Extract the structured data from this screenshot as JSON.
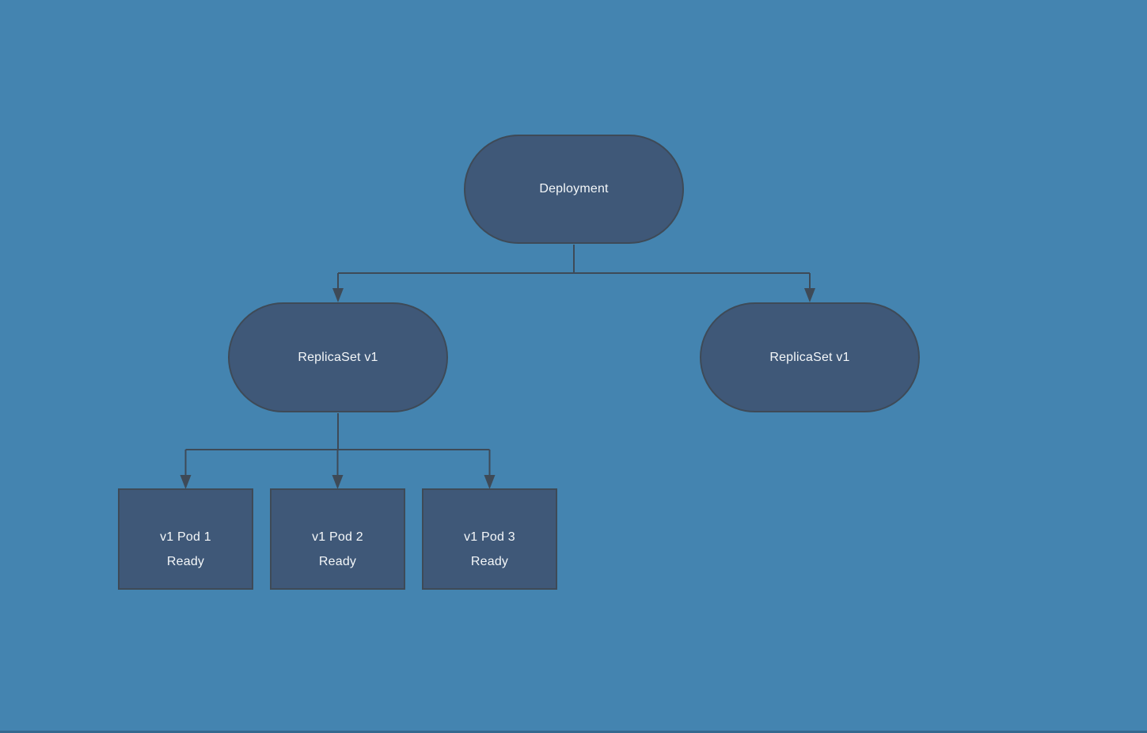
{
  "diagram": {
    "type": "flowchart",
    "colors": {
      "background": "#4484b0",
      "node_fill": "#3f5878",
      "node_border": "#3e4a57",
      "connector": "#3e4a57",
      "text": "#f4f7f9"
    },
    "nodes": {
      "deployment": {
        "label": "Deployment",
        "shape": "stadium"
      },
      "replicaset_left": {
        "label": "ReplicaSet v1",
        "shape": "stadium"
      },
      "replicaset_right": {
        "label": "ReplicaSet v1",
        "shape": "stadium"
      },
      "pods": [
        {
          "name": "v1 Pod 1",
          "status": "Ready",
          "shape": "rectangle"
        },
        {
          "name": "v1 Pod 2",
          "status": "Ready",
          "shape": "rectangle"
        },
        {
          "name": "v1 Pod 3",
          "status": "Ready",
          "shape": "rectangle"
        }
      ]
    },
    "edges": [
      {
        "from": "deployment",
        "to": "replicaset_left",
        "arrow": "down"
      },
      {
        "from": "deployment",
        "to": "replicaset_right",
        "arrow": "down"
      },
      {
        "from": "replicaset_left",
        "to": "pod_1",
        "arrow": "down"
      },
      {
        "from": "replicaset_left",
        "to": "pod_2",
        "arrow": "down"
      },
      {
        "from": "replicaset_left",
        "to": "pod_3",
        "arrow": "down"
      }
    ]
  }
}
